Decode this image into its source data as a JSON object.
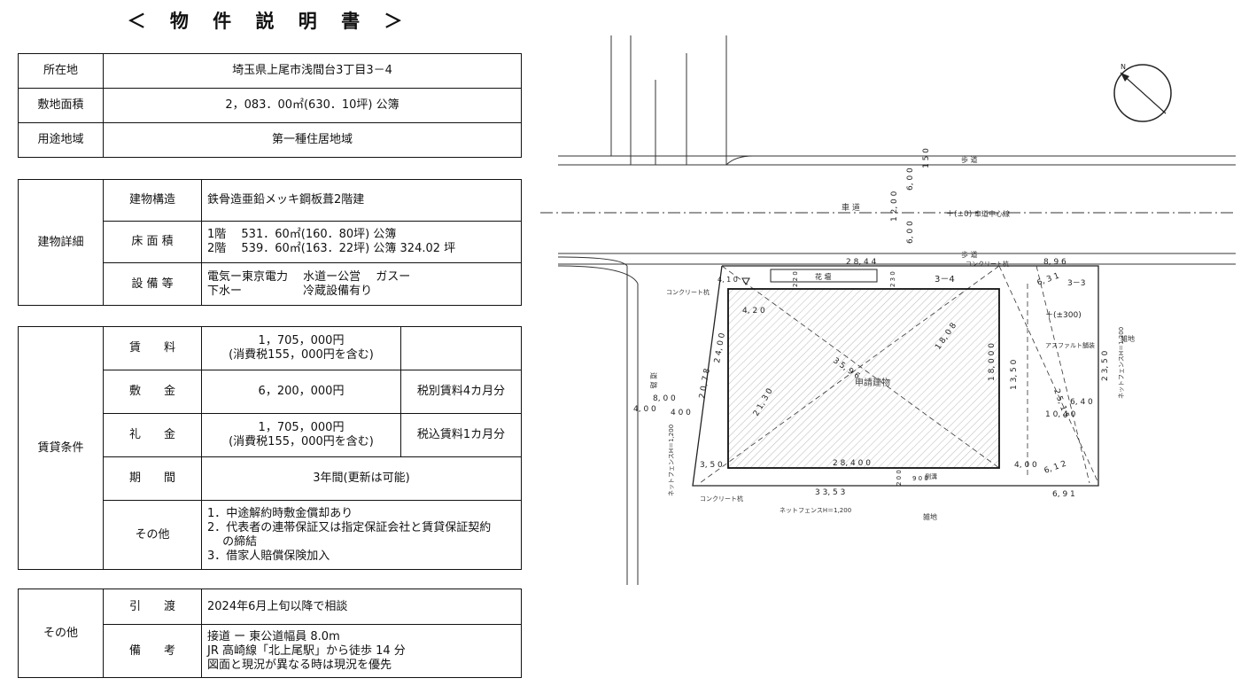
{
  "title": "＜ 物 件 説 明 書 ＞",
  "location": {
    "rows": [
      {
        "label": "所在地",
        "value": "埼玉県上尾市浅間台3丁目3－4"
      },
      {
        "label": "敷地面積",
        "value": "2，083．00㎡(630．10坪) 公簿"
      },
      {
        "label": "用途地域",
        "value": "第一種住居地域"
      }
    ]
  },
  "building": {
    "group_label": "建物詳細",
    "structure_label": "建物構造",
    "structure_value": "鉄骨造亜鉛メッキ鋼板葺2階建",
    "floor_label": "床 面 積",
    "floor_line1": "1階　 531．60㎡(160．80坪) 公簿",
    "floor_line2": "2階　 539．60㎡(163．22坪) 公簿 324.02 坪",
    "equipment_label": "設 備 等",
    "equipment_line1": "電気ー東京電力　 水道ー公営　 ガスー",
    "equipment_line2": "下水ー　　　　　 冷蔵設備有り"
  },
  "lease": {
    "group_label": "賃貸条件",
    "rows": [
      {
        "label": "賃　　料",
        "value": "1，705，000円\n(消費税155，000円を含む)",
        "note": ""
      },
      {
        "label": "敷　　金",
        "value": "6，200，000円",
        "note": "税別賃料4カ月分"
      },
      {
        "label": "礼　　金",
        "value": "1，705，000円\n(消費税155，000円を含む)",
        "note": "税込賃料1カ月分"
      },
      {
        "label": "期　　間",
        "value": "3年間(更新は可能)",
        "note": ""
      }
    ],
    "other_label": "その他",
    "other_line1": "1．中途解約時敷金償却あり",
    "other_line2": "2．代表者の連帯保証又は指定保証会社と賃貸保証契約",
    "other_line3": "　 の締結",
    "other_line4": "3．借家人賠償保険加入"
  },
  "misc": {
    "group_label": "その他",
    "handover_label": "引　　渡",
    "handover_value": "2024年6月上旬以降で相談",
    "remarks_label": "備　　考",
    "remarks_line1": "接道 ー 東公道幅員 8.0m",
    "remarks_line2": "JR 高崎線「北上尾駅」から徒歩 14 分",
    "remarks_line3": "図面と現況が異なる時は現況を優先"
  },
  "plan": {
    "texts": {
      "sidewalk_top": "歩 道",
      "road": "車 道",
      "road_center": "車道中心線",
      "sidewalk_mid": "歩 道",
      "flowerbed": "花 壇",
      "lot": "3－4",
      "lot2": "3－3",
      "building": "申請建物",
      "asphalt": "アスファルト舗装",
      "neighbor_right": "雑地",
      "neighbor_bottom": "雑地",
      "concrete_top": "コンクリート杭",
      "concrete_left": "コンクリート杭",
      "concrete_bottom": "コンクリート杭",
      "fence_bottom": "ネットフェンスH＝1,200",
      "fence_right": "ネットフェンスH＝1,200",
      "fence_left": "ネットフェンスH＝1,200",
      "road_left": "道 路",
      "gutter": "側溝",
      "benchmark": "＋(±0)",
      "benchmark2": "＋(±300)",
      "width_top": "2 8, 4 4",
      "width_top2": "8, 9 6",
      "width_bottom": "3 3, 5 3",
      "bldg_width": "2 8, 4 0 0",
      "bldg_height": "1 8, 0 0 0",
      "right_depth": "2 3, 5 0",
      "right_depth2": "1 3, 5 0",
      "diag1": "3 5, 9 6",
      "diag2": "1 8, 0 8",
      "diag3": "2 1, 3 0",
      "diag4": "2 5, 1 5",
      "left_side": "2 0, 7 8",
      "left_side2": "2 4, 0 0",
      "dim_600": "6, 0 0",
      "dim_1200": "1 2, 0 0",
      "dim_600b": "6, 0 0",
      "dim_150": "1 5 0",
      "dim_800": "8, 0 0",
      "dim_400": "4, 0 0",
      "dim_400b": "4 0 0",
      "dim_350": "3, 5 0",
      "dim_420": "4, 2 0",
      "dim_400c": "4, 0 0",
      "dim_640": "6, 4 0",
      "dim_1040": "1 0, 4 0",
      "dim_612": "6, 1 2",
      "dim_631": "6, 3 1",
      "dim_691": "6, 9 1",
      "dim_900": "9 0 0",
      "dim_200": "2 0 0",
      "dim_220": "2 2 0",
      "dim_230": "2 3 0",
      "dim_410": "4, 1 0"
    }
  }
}
